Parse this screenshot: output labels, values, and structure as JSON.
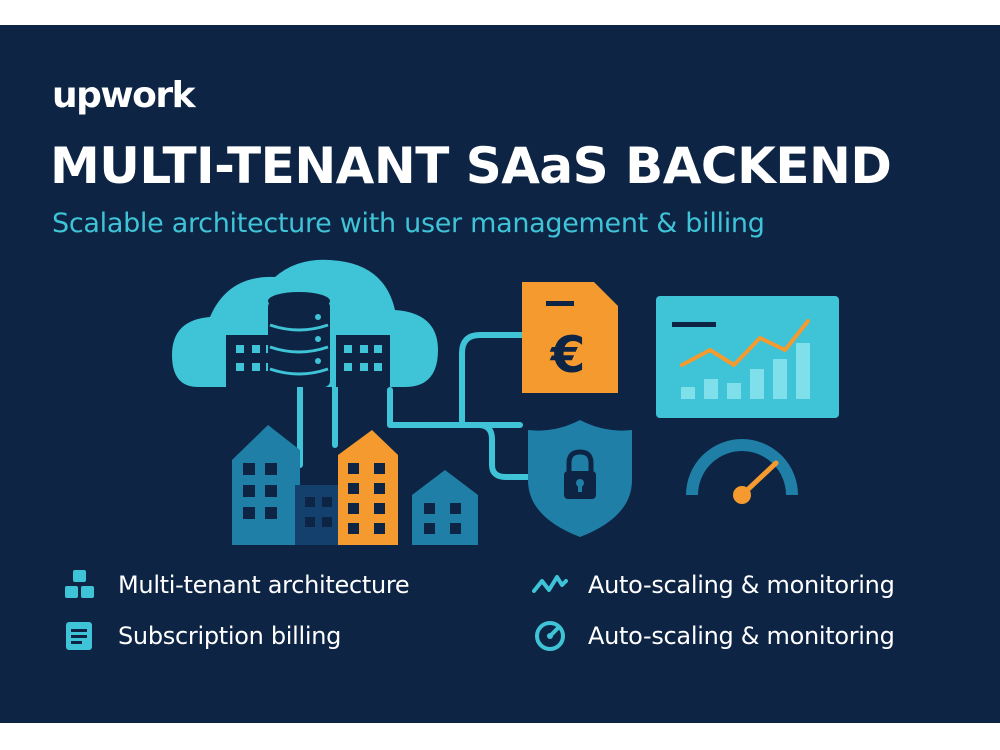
{
  "brand": {
    "logo_text": "upwork"
  },
  "header": {
    "title": "MULTI-TENANT SAaS BACKEND",
    "subtitle": "Scalable architecture with user management & billing"
  },
  "illustration": {
    "icons": [
      "cloud-database-icon",
      "buildings-icon",
      "euro-invoice-icon",
      "shield-lock-icon",
      "analytics-chart-icon",
      "gauge-icon"
    ],
    "invoice_symbol": "€"
  },
  "features": [
    {
      "icon": "blocks-icon",
      "label": "Multi-tenant architecture"
    },
    {
      "icon": "document-icon",
      "label": "Subscription billing"
    },
    {
      "icon": "pulse-icon",
      "label": "Auto-scaling & monitoring"
    },
    {
      "icon": "gauge-icon",
      "label": "Auto-scaling & monitoring"
    }
  ],
  "colors": {
    "background": "#0d2444",
    "accent_cyan": "#3fc3d6",
    "accent_orange": "#f59a2e",
    "text": "#ffffff"
  }
}
